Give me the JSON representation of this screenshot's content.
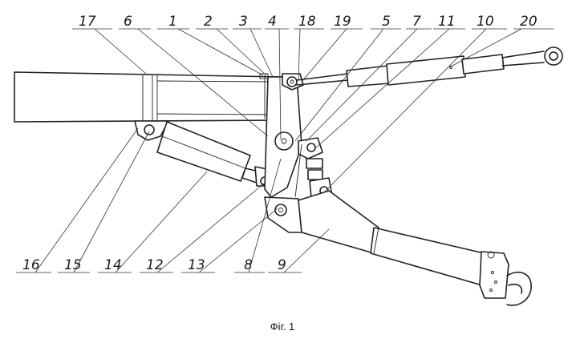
{
  "labels_top": [
    "17",
    "6",
    "1",
    "2",
    "3",
    "4",
    "18",
    "19",
    "5",
    "7",
    "11",
    "10",
    "20"
  ],
  "labels_bottom": [
    "16",
    "15",
    "14",
    "12",
    "13",
    "8",
    "9"
  ],
  "caption": "Фіг. 1"
}
